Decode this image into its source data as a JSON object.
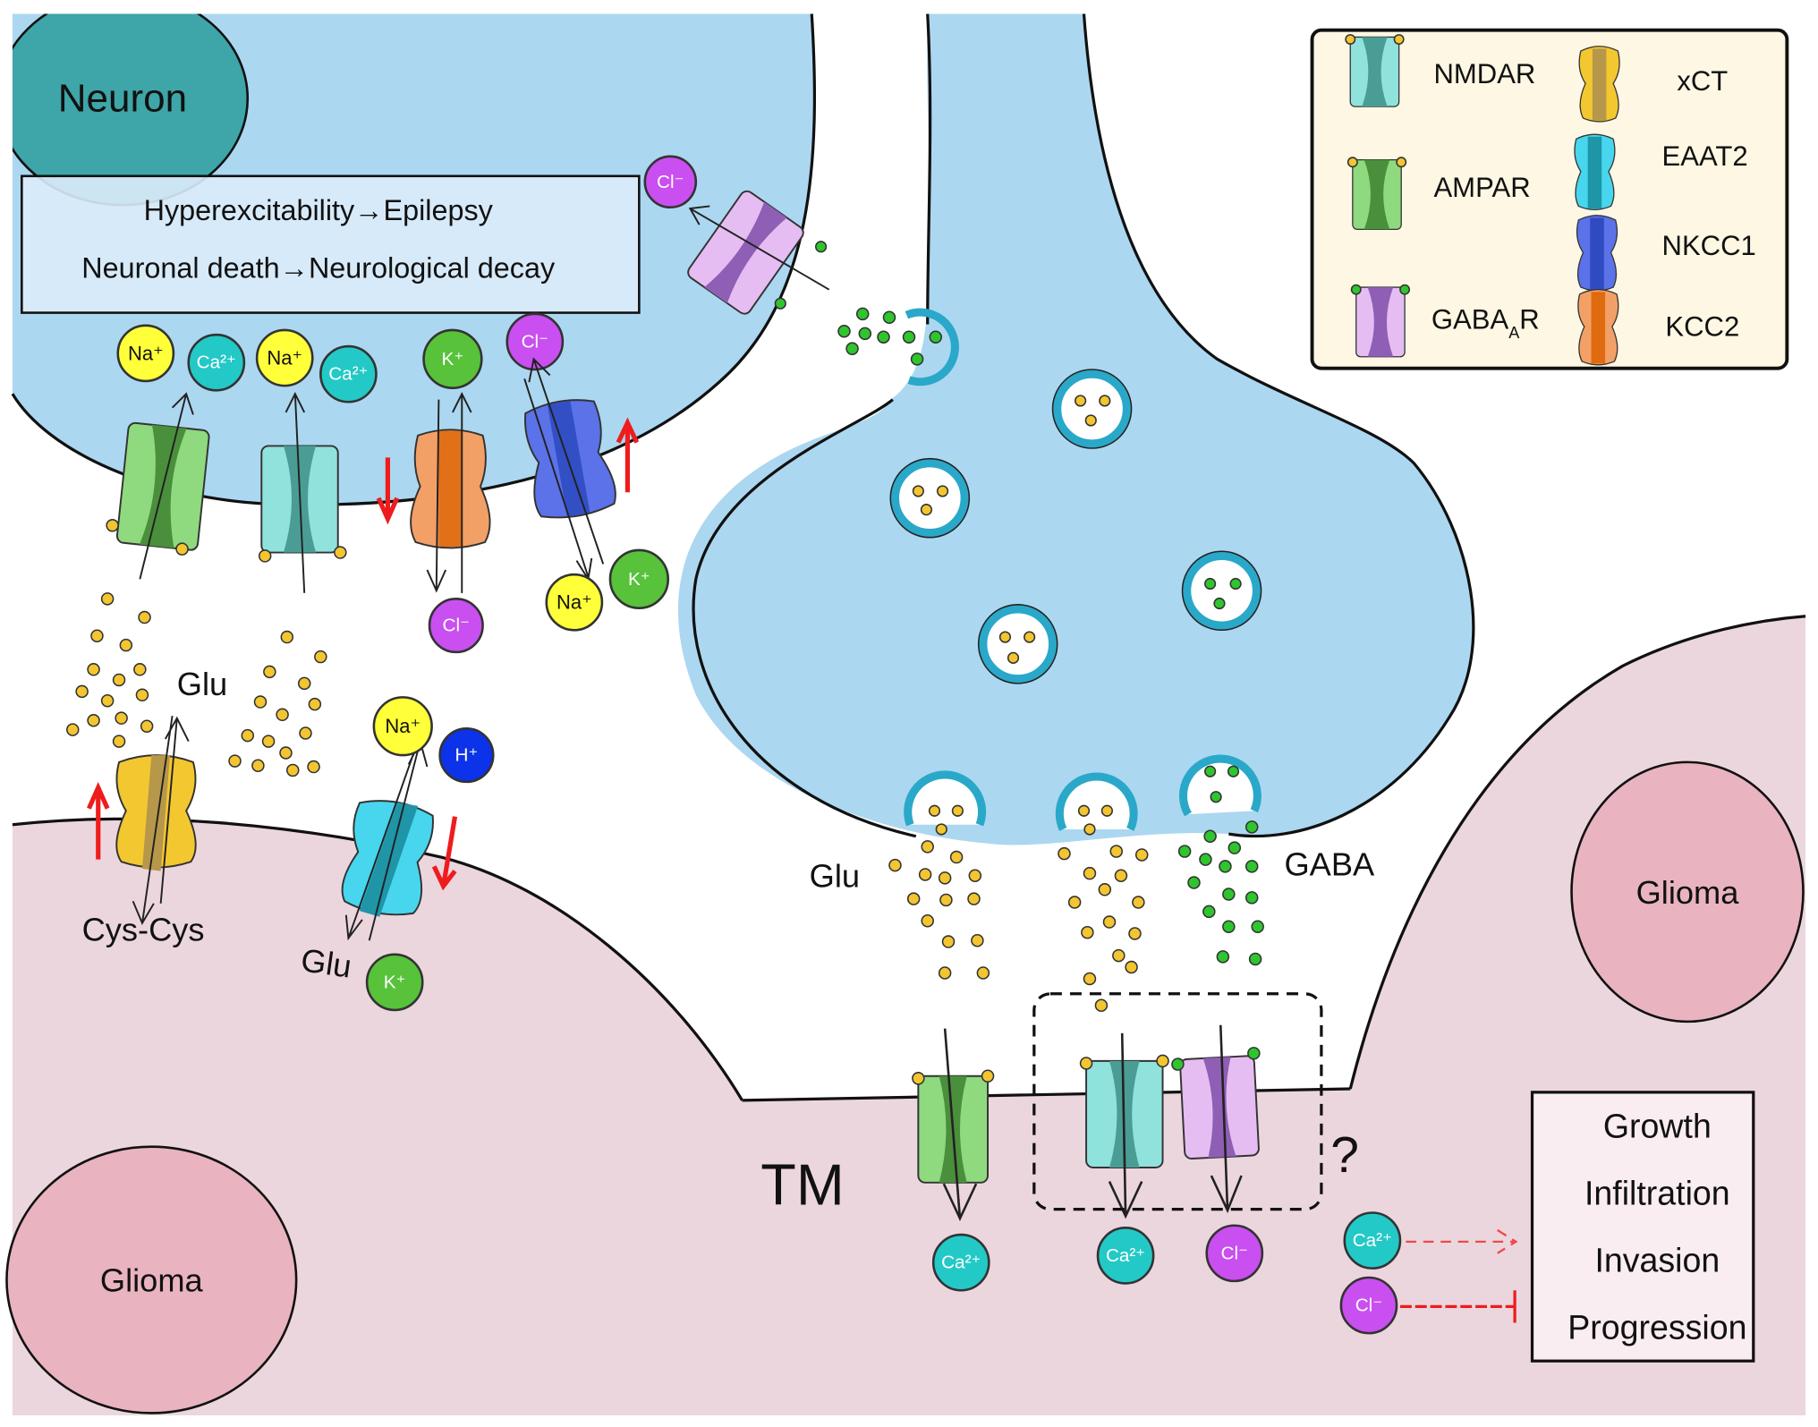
{
  "figure": {
    "cells": {
      "neuron_label": "Neuron",
      "glioma_left_label": "Glioma",
      "glioma_right_label": "Glioma",
      "tm_label": "TM"
    },
    "effects_box": {
      "line1": "Hyperexcitability→Epilepsy",
      "line2": "Neuronal death→Neurological decay"
    },
    "outcomes_box": {
      "items": [
        "Growth",
        "Infiltration",
        "Invasion",
        "Progression"
      ]
    },
    "legend": {
      "items": [
        {
          "label": "NMDAR",
          "color": "#8fe3dc"
        },
        {
          "label": "AMPAR",
          "color": "#8fd97f"
        },
        {
          "label_main": "GABA",
          "label_sub": "A",
          "label_tail": "R",
          "color": "#e6bdf2"
        },
        {
          "label": "xCT",
          "color": "#f3c730"
        },
        {
          "label": "EAAT2",
          "color": "#47d6ee"
        },
        {
          "label": "NKCC1",
          "color": "#5b72e8"
        },
        {
          "label": "KCC2",
          "color": "#f3a066"
        }
      ]
    },
    "ions": {
      "na": "Na⁺",
      "ca": "Ca²⁺",
      "k": "K⁺",
      "cl": "Cl⁻",
      "h": "H⁺"
    },
    "labels": {
      "glu_top": "Glu",
      "glu_synapse": "Glu",
      "glu_glioma": "Glu",
      "gaba": "GABA",
      "cys": "Cys-Cys",
      "question": "?"
    },
    "regulation": {
      "xct": "up",
      "eaat2": "down",
      "kcc2": "down",
      "nkcc1": "up"
    },
    "colors": {
      "neuron_fill": "#acd7f0",
      "nucleus_fill": "#3ea5a8",
      "glioma_cell_fill": "#ecd6de",
      "glioma_nucleus_fill": "#e9b3c0",
      "legend_bg": "#fdf7e3",
      "effects_bg": "#dcecfa",
      "outcomes_bg": "#f9edf1",
      "up_down_arrow": "#ee1c1c"
    }
  }
}
